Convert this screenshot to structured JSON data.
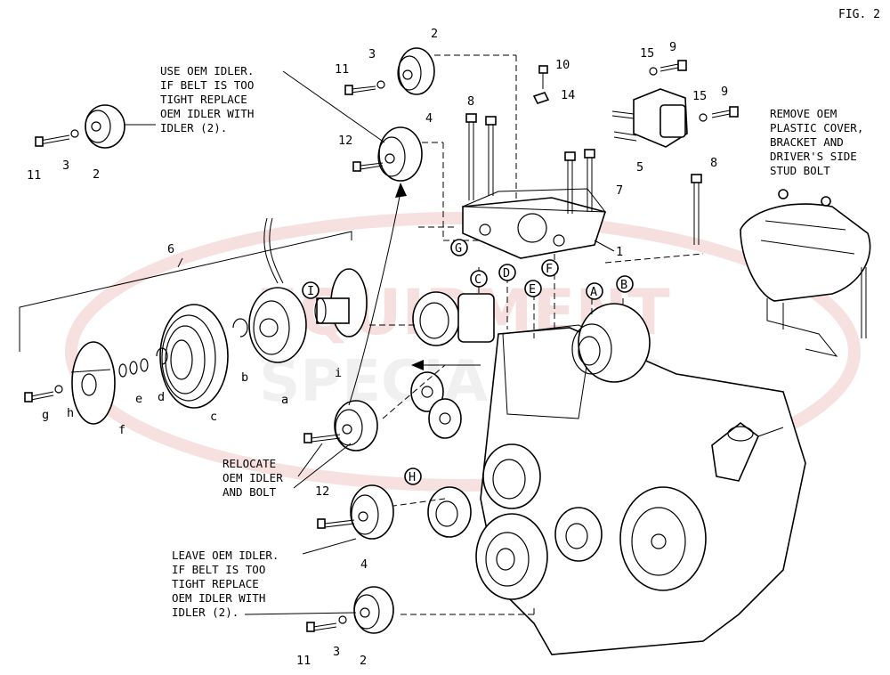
{
  "figure_label": "FIG. 2",
  "watermark": {
    "line1": "EQUIPMENT",
    "line2": "SPECIALISTS",
    "color": "#e8a5a5"
  },
  "notes": {
    "use_oem_idler": [
      "USE OEM IDLER.",
      "IF BELT IS TOO",
      "TIGHT REPLACE",
      "OEM IDLER WITH",
      "IDLER (2)."
    ],
    "remove_oem": [
      "REMOVE OEM",
      "PLASTIC COVER,",
      "BRACKET AND",
      "DRIVER'S SIDE",
      "STUD BOLT"
    ],
    "relocate": [
      "RELOCATE",
      "OEM IDLER",
      "AND BOLT"
    ],
    "leave_oem_idler": [
      "LEAVE OEM IDLER.",
      "IF BELT IS TOO",
      "TIGHT REPLACE",
      "OEM IDLER WITH",
      "IDLER (2)."
    ]
  },
  "part_numbers": {
    "n1": "1",
    "n2a": "2",
    "n2b": "2",
    "n2c": "2",
    "n3a": "3",
    "n3b": "3",
    "n3c": "3",
    "n4a": "4",
    "n4b": "4",
    "n5": "5",
    "n6": "6",
    "n7": "7",
    "n8a": "8",
    "n8b": "8",
    "n9a": "9",
    "n9b": "9",
    "n10": "10",
    "n11a": "11",
    "n11b": "11",
    "n11c": "11",
    "n12a": "12",
    "n12b": "12",
    "n14": "14",
    "n15a": "15",
    "n15b": "15"
  },
  "part_letters": {
    "a": "a",
    "b": "b",
    "c": "c",
    "d": "d",
    "e": "e",
    "f": "f",
    "g": "g",
    "h": "h",
    "i": "i"
  },
  "callouts": {
    "A": "A",
    "B": "B",
    "C": "C",
    "D": "D",
    "E": "E",
    "F": "F",
    "G": "G",
    "H": "H",
    "I": "I"
  }
}
